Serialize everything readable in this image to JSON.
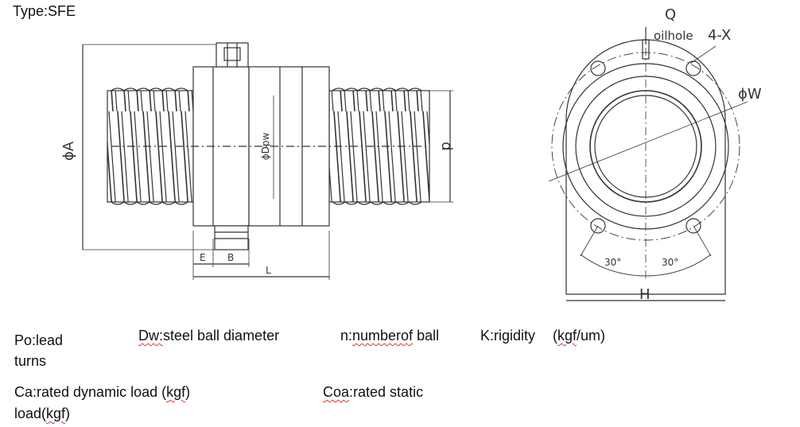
{
  "header": {
    "type_label": "Type:SFE"
  },
  "drawing": {
    "side_view": {
      "dim_outer_diameter": "ϕA",
      "dim_ball_circle": "ϕDpw",
      "dim_shaft": "d",
      "dim_e": "E",
      "dim_b": "B",
      "dim_length": "L"
    },
    "end_view": {
      "dim_q": "Q",
      "oilhole": "oilhole",
      "holes": "4-X",
      "dim_w": "ϕW",
      "angle_left": "30°",
      "angle_right": "30°",
      "dim_h": "H"
    }
  },
  "legend": {
    "po_1": "Po:lead",
    "po_2": "turns",
    "dw_prefix": "Dw:",
    "dw_rest": "steel  ball  diameter",
    "n_prefix": "n:",
    "n_word": "numberof",
    "n_rest": " ball",
    "k_label": "K:rigidity",
    "k_open": "(",
    "k_word": "kgf",
    "k_unit_rest": "/um)",
    "ca_text": "Ca:rated dynamic load (",
    "ca_word": "kgf",
    "ca_close": ")",
    "ca_2_text": "load(",
    "ca_2_word": "kgf",
    "ca_2_close": ")",
    "coa_prefix": "Coa",
    "coa_rest": ":rated static"
  }
}
